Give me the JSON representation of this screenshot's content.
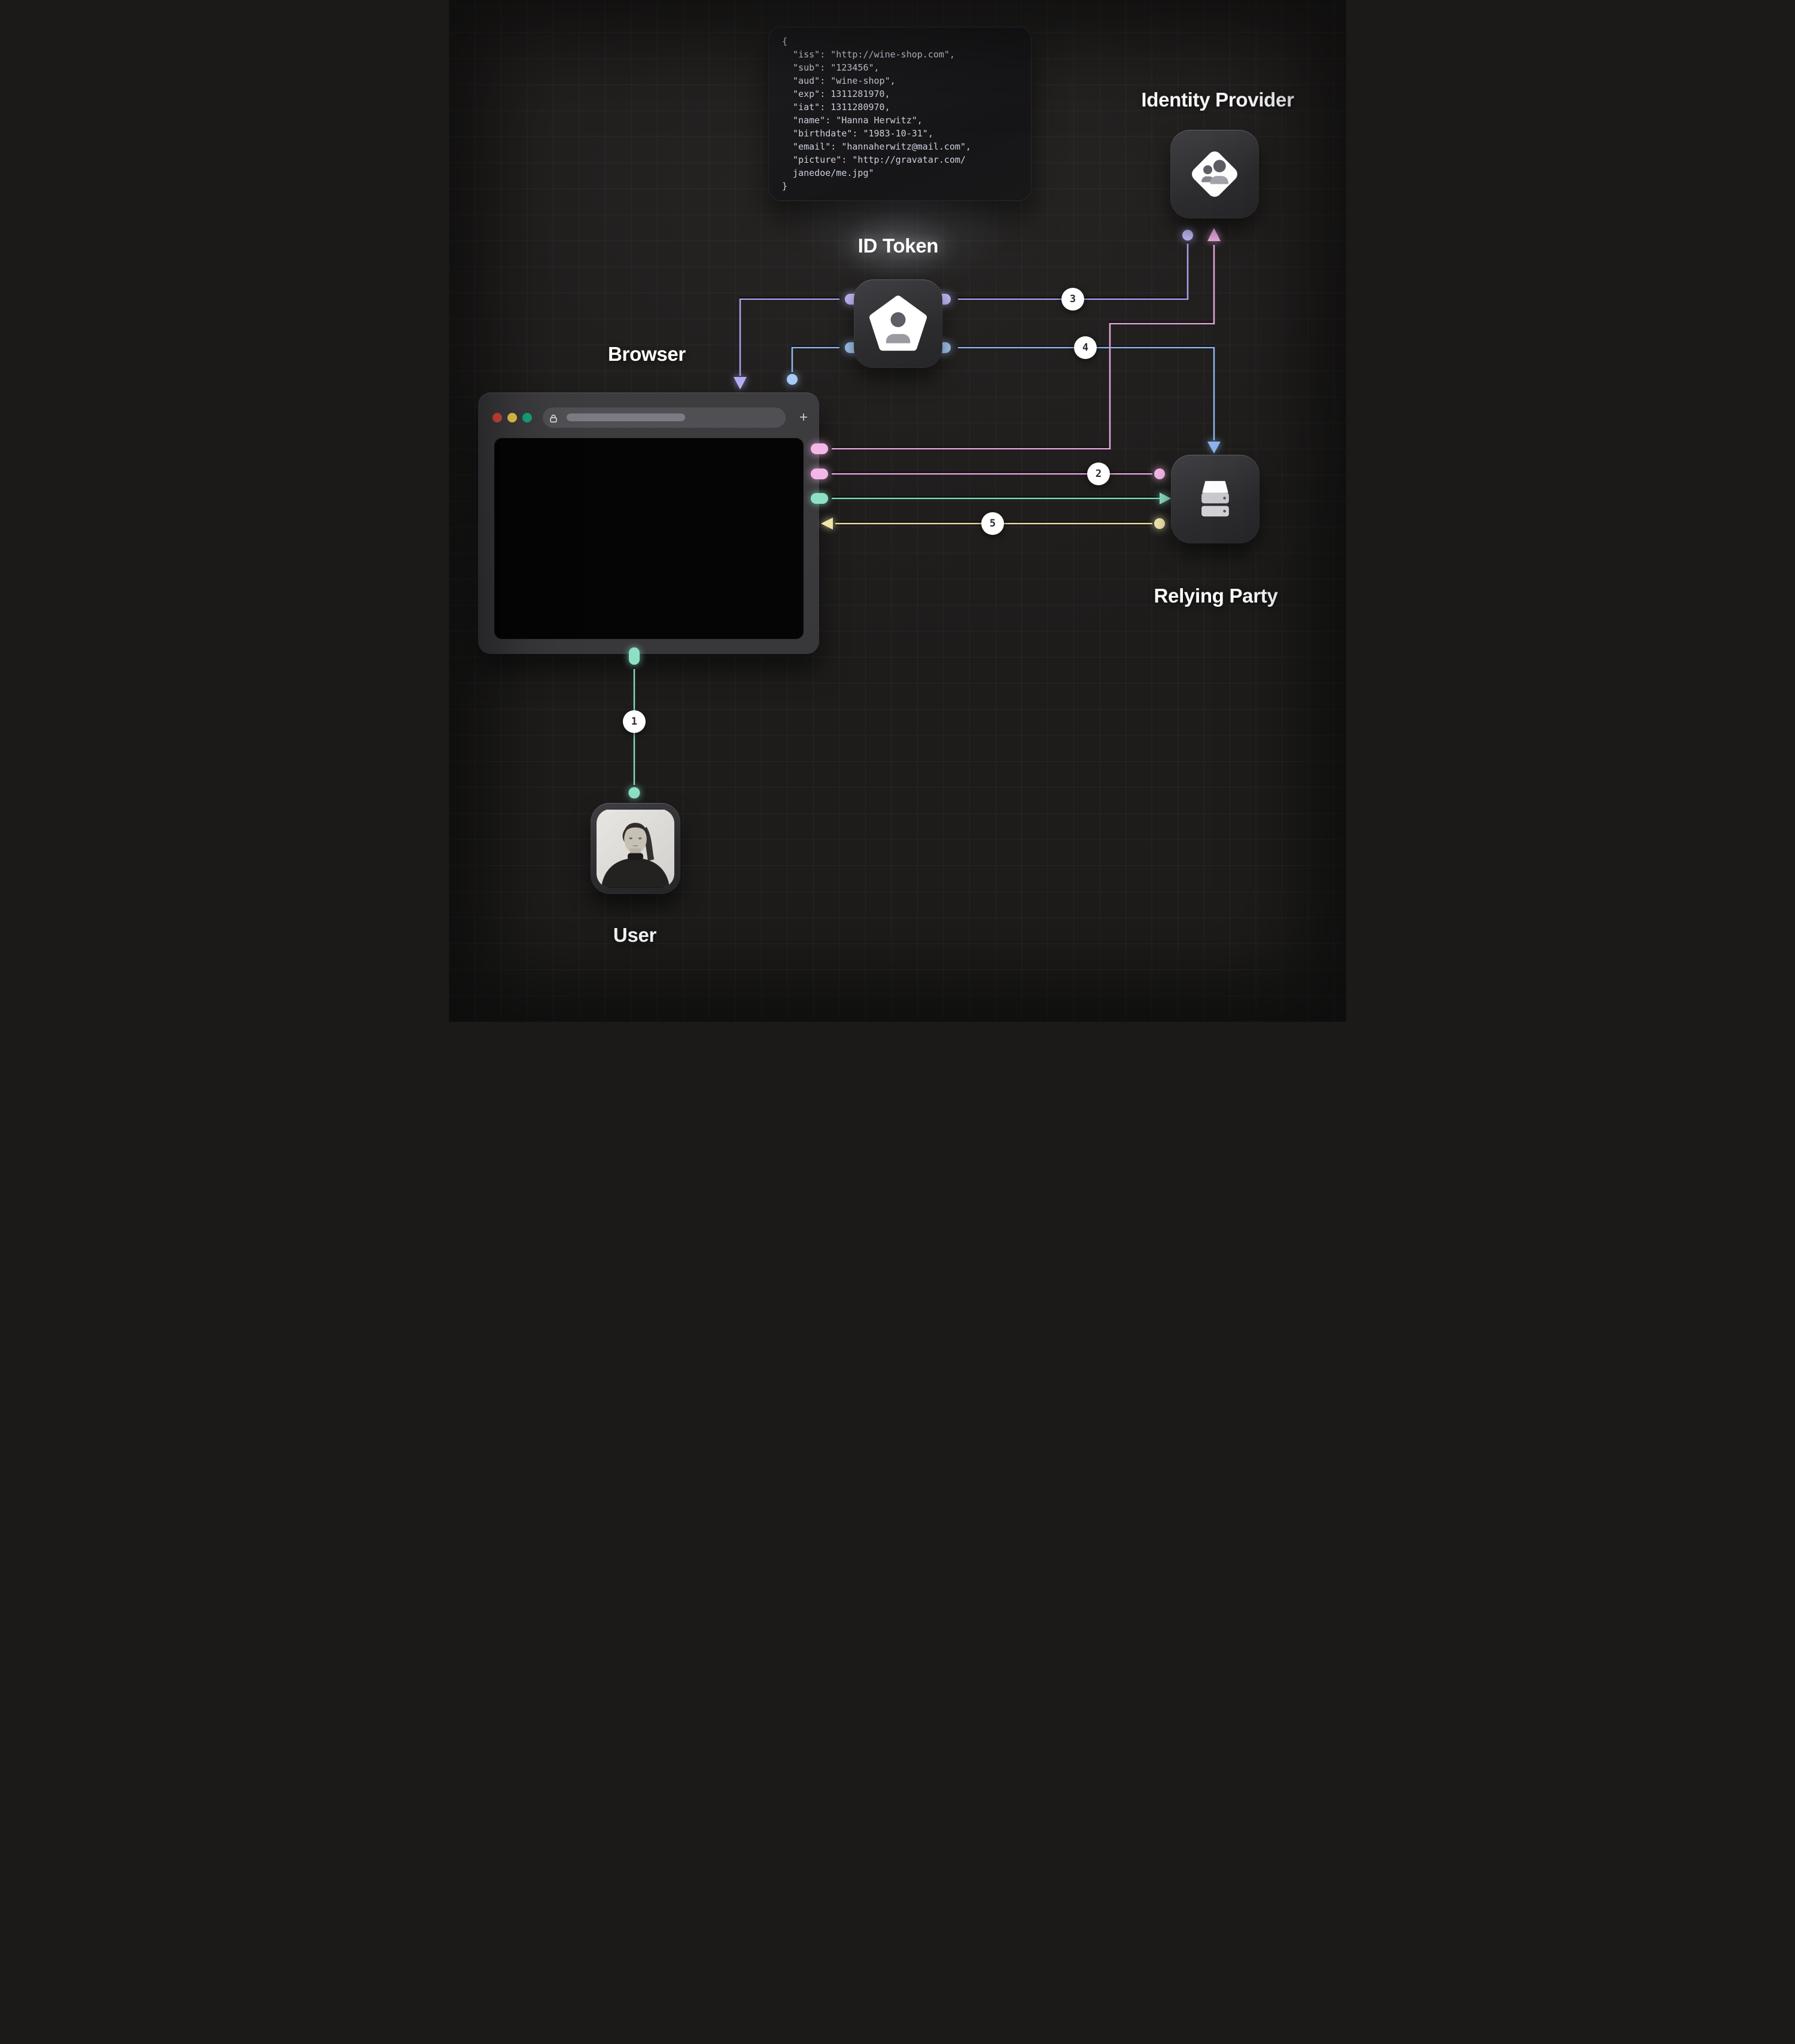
{
  "code_block": {
    "lines": [
      "{",
      "  \"iss\": \"http://wine-shop.com\",",
      "  \"sub\": \"123456\",",
      "  \"aud\": \"wine-shop\",",
      "  \"exp\": 1311281970,",
      "  \"iat\": 1311280970,",
      "  \"name\": \"Hanna Herwitz\",",
      "  \"birthdate\": \"1983-10-31\",",
      "  \"email\": \"hannaherwitz@mail.com\",",
      "  \"picture\": \"http://gravatar.com/",
      "  janedoe/me.jpg\"",
      "}"
    ]
  },
  "labels": {
    "id_token": "ID Token",
    "identity_provider": "Identity Provider",
    "browser": "Browser",
    "relying_party": "Relying Party",
    "user": "User"
  },
  "browser_chrome": {
    "new_tab": "+"
  },
  "steps": [
    {
      "n": "1",
      "color": "teal"
    },
    {
      "n": "2",
      "color": "pink"
    },
    {
      "n": "3",
      "color": "purple"
    },
    {
      "n": "4",
      "color": "blue"
    },
    {
      "n": "5",
      "color": "yellow"
    }
  ],
  "colors": {
    "background": "#222120",
    "tile": "#343337",
    "code_text": "#ccd2df",
    "label": "#ffffff",
    "purple": "#a9a2ec",
    "blue": "#8db6ee",
    "pink": "#e2a7da",
    "teal": "#7ed9bb",
    "yellow": "#eadfa0",
    "badge_bg": "#ffffff",
    "badge_text": "#2b2b31",
    "traffic_red": "#dd4b42",
    "traffic_yellow": "#efcf4a",
    "traffic_green": "#17a57e"
  }
}
